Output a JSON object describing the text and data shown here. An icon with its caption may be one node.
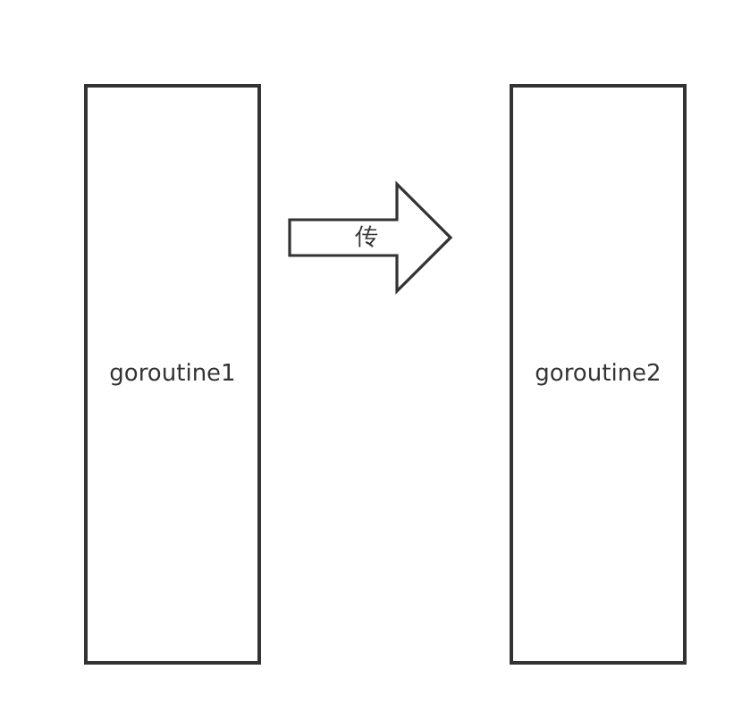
{
  "diagram": {
    "nodes": [
      {
        "text": [
          "goroutine1"
        ]
      },
      {
        "text": [
          "goroutine2"
        ]
      }
    ],
    "edges": [
      {
        "from": 0,
        "to": 1,
        "arrow": "to",
        "label": "传"
      }
    ]
  }
}
